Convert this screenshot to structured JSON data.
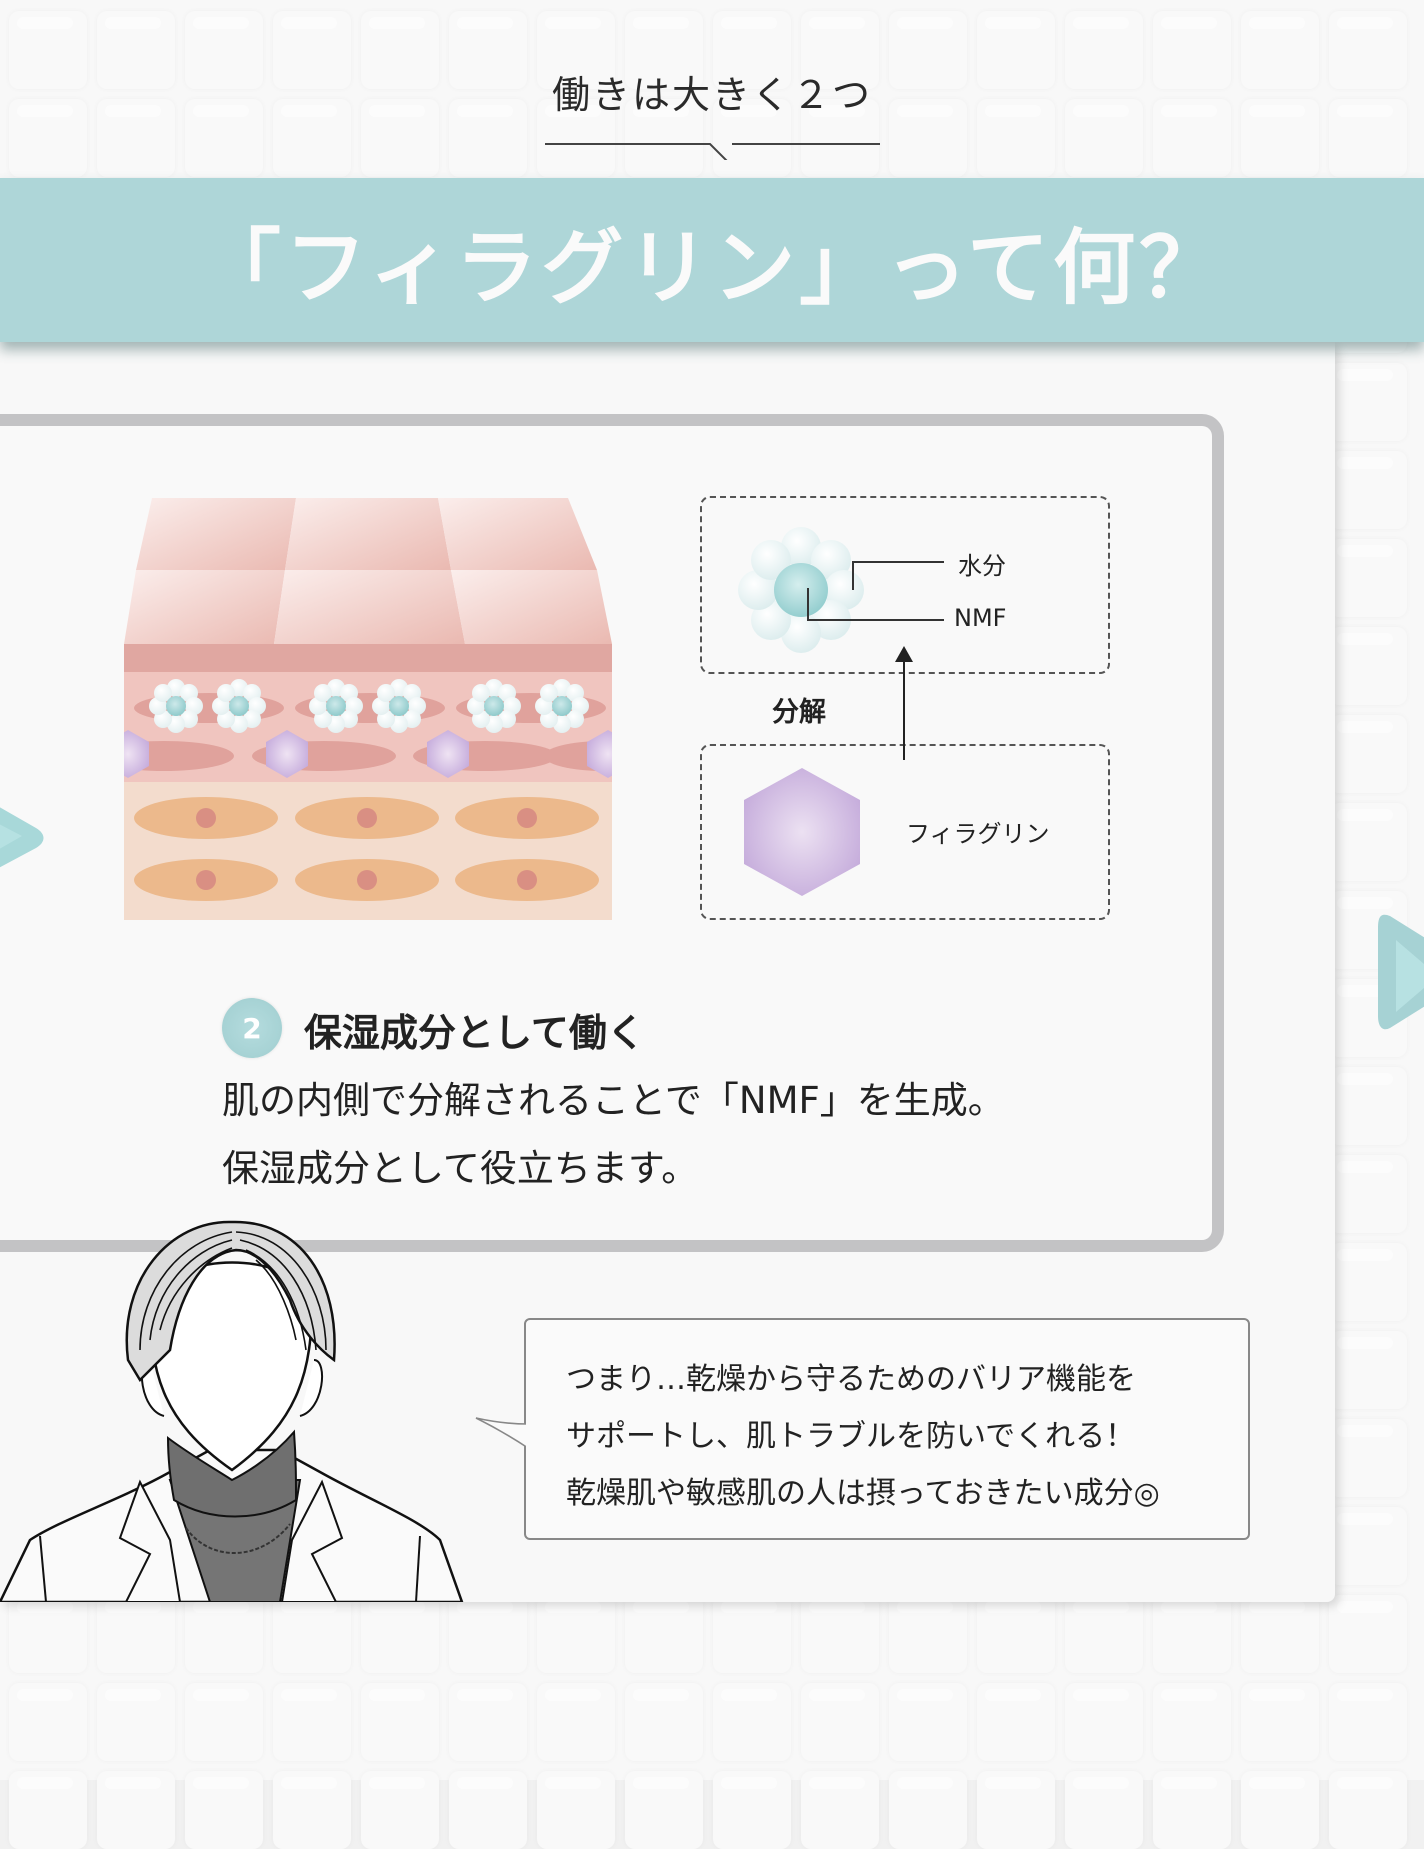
{
  "header": {
    "subtitle": "働きは大きく２つ",
    "title": "「フィラグリン」って何？"
  },
  "colors": {
    "banner": "#aed6d8",
    "accent_teal": "#a6d2d4",
    "panel_bg": "#f8f8f8",
    "card_border": "#c3c3c5",
    "filaggrin_purple": "#c5aedc",
    "skin_pink": "#e8b4ac",
    "cell_orange": "#ebb88a"
  },
  "diagram": {
    "water_label": "水分",
    "nmf_label": "NMF",
    "breakdown_label": "分解",
    "filaggrin_label": "フィラグリン"
  },
  "point": {
    "number": "2",
    "title": "保湿成分として働く",
    "body": [
      "肌の内側で分解されることで「NMF」を生成。",
      "保湿成分として役立ちます。"
    ]
  },
  "bubble": {
    "lines": [
      "つまり…乾燥から守るためのバリア機能を",
      "サポートし、肌トラブルを防いでくれる！",
      "乾燥肌や敏感肌の人は摂っておきたい成分◎"
    ]
  },
  "navigation": {
    "prev_icon": "triangle-left-icon",
    "next_icon": "triangle-right-icon"
  }
}
